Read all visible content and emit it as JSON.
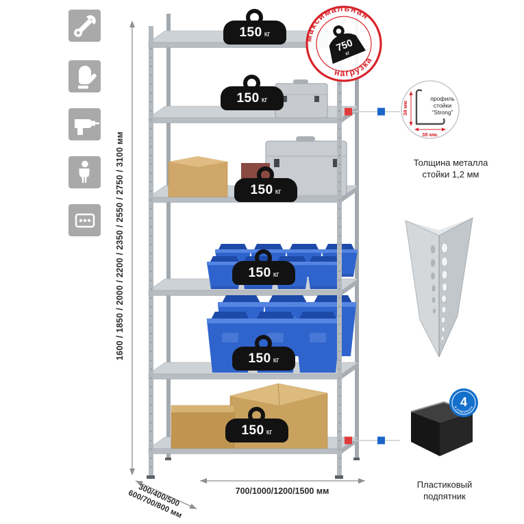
{
  "icons": [
    "wrench-icon",
    "gloves-icon",
    "drill-icon",
    "person-icon",
    "perforated-strip-icon"
  ],
  "colors": {
    "accent_red": "#d8232a",
    "marker_red": "#e23b3b",
    "marker_blue": "#1a66cc",
    "bin_blue": "#2f64cd",
    "badge_blue": "#1470cd"
  },
  "shelves": [
    {
      "load_value": "150",
      "load_unit": "кг"
    },
    {
      "load_value": "150",
      "load_unit": "кг"
    },
    {
      "load_value": "150",
      "load_unit": "кг"
    },
    {
      "load_value": "150",
      "load_unit": "кг"
    },
    {
      "load_value": "150",
      "load_unit": "кг"
    },
    {
      "load_value": "150",
      "load_unit": "кг"
    }
  ],
  "stamp": {
    "top_text": "максимальная",
    "bottom_text": "нагрузка",
    "load_value": "750",
    "load_unit": "кг"
  },
  "profile_detail": {
    "label_line1": "профиль",
    "label_line2": "стойки",
    "label_line3": "“Strong”",
    "dim_vertical": "38 мм",
    "dim_horizontal": "38 мм.",
    "caption_line1": "Толщина металла",
    "caption_line2": "стойки 1,2 мм"
  },
  "foot_detail": {
    "badge_count": "4",
    "badge_text": "в комплекте",
    "caption_line1": "Пластиковый",
    "caption_line2": "подпятник"
  },
  "dimensions": {
    "height": "1600 / 1850 / 2000 / 2200 / 2350 / 2550 / 2750 / 3100 мм",
    "depth_line1": "300/400/500",
    "depth_line2": "600/700/800 мм",
    "width": "700/1000/1200/1500 мм"
  }
}
